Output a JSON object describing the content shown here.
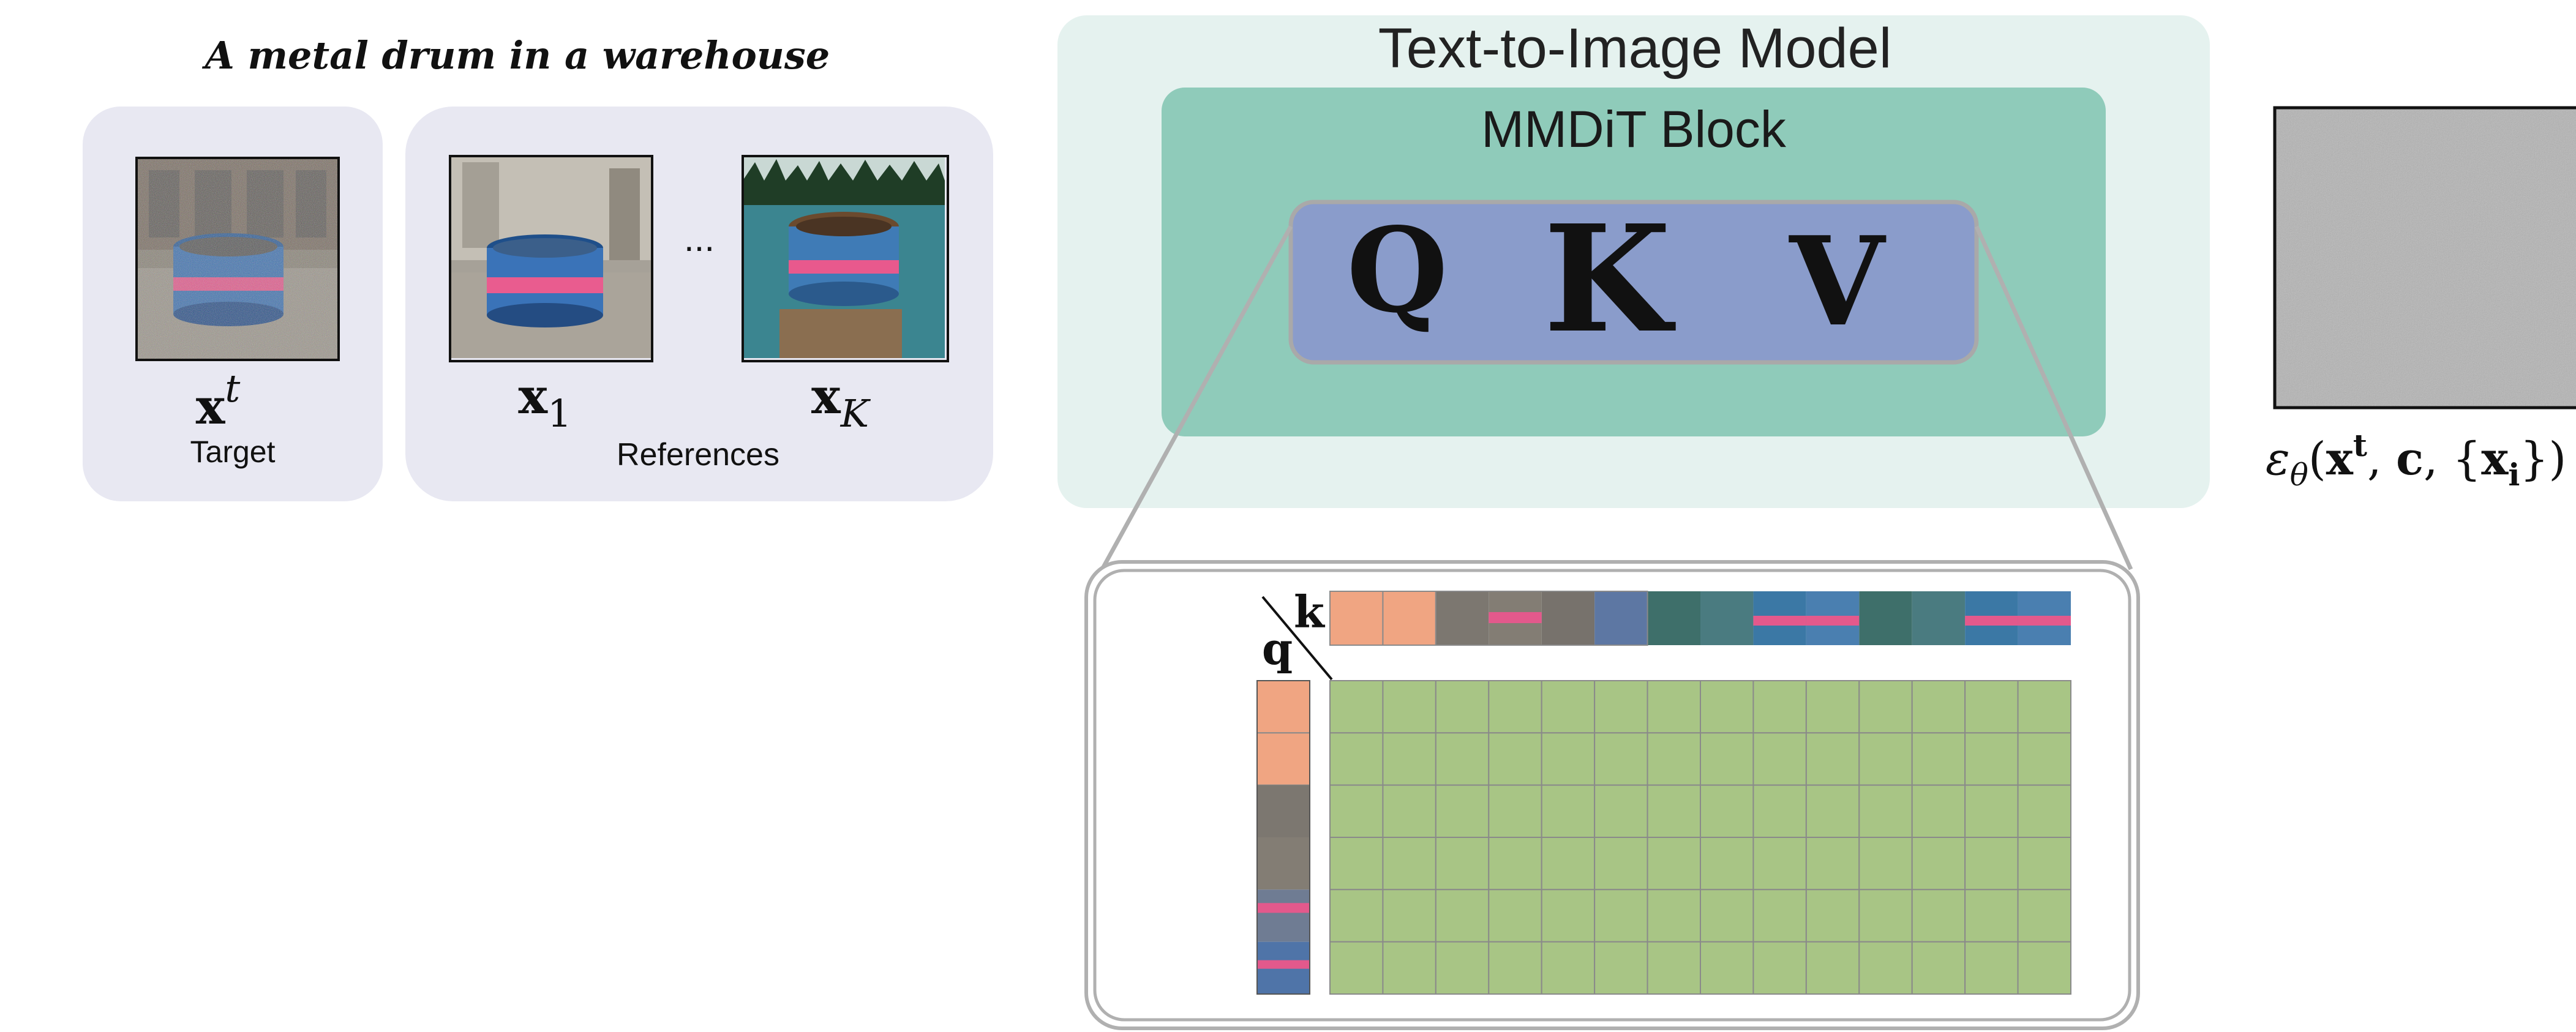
{
  "prompt": "A metal drum in a warehouse",
  "left_panel": {
    "target": {
      "symbol_base": "x",
      "symbol_sup": "t",
      "label": "Target"
    },
    "references": {
      "first": {
        "symbol_base": "x",
        "symbol_sub": "1"
      },
      "ellipsis": "...",
      "last": {
        "symbol_base": "x",
        "symbol_sub": "K"
      },
      "label": "References"
    }
  },
  "model": {
    "title": "Text-to-Image Model",
    "block_title": "MMDiT Block",
    "q": "Q",
    "k": "K",
    "v": "V"
  },
  "attention": {
    "q_label": "q",
    "k_label": "k",
    "cols": 14,
    "rows": 6
  },
  "output": {
    "eps": "ε",
    "theta": "θ",
    "x": "x",
    "t": "t",
    "c": "c",
    "i": "i"
  },
  "colors": {
    "panel_bg": "#e8e8f2",
    "model_bg": "#e5f2ef",
    "block_bg": "#8fcbba",
    "qkv_bg": "#8a9ccb",
    "attn_green": "#a8c585",
    "token_orange": "#f0a582",
    "noise_gray": "#b4b4b4"
  }
}
